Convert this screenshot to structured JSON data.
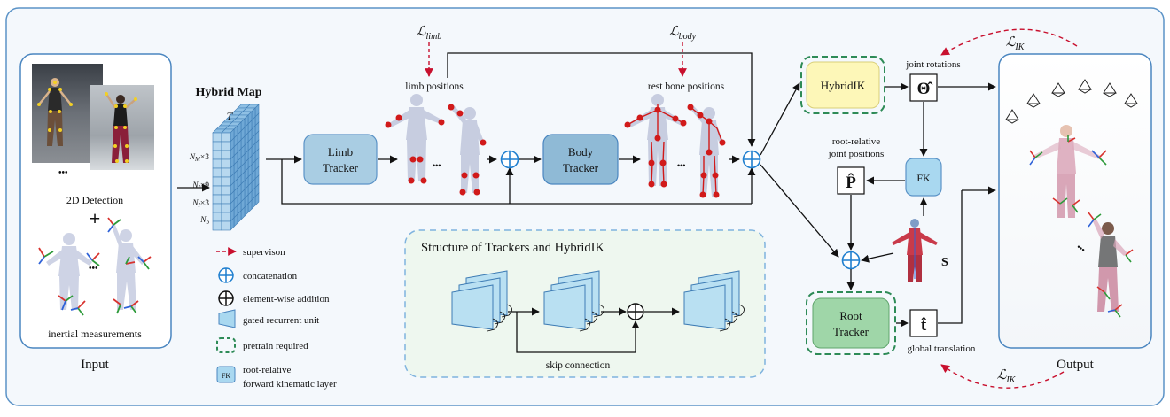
{
  "input": {
    "title": "Input",
    "detection_label": "2D Detection",
    "imu_label": "inertial measurements",
    "plus": "+",
    "ellipsis": "•••"
  },
  "hybrid_map": {
    "title": "Hybrid Map",
    "labels": [
      "T",
      "N_M×3",
      "N_I×9",
      "N_I×3",
      "N_b"
    ]
  },
  "blocks": {
    "limb_tracker": [
      "Limb",
      "Tracker"
    ],
    "body_tracker": [
      "Body",
      "Tracker"
    ],
    "hybrid_ik": "HybridIK",
    "fk": "FK",
    "root_tracker": [
      "Root",
      "Tracker"
    ]
  },
  "annotations": {
    "limb_positions": "limb positions",
    "rest_bone_positions": "rest bone positions",
    "joint_rotations": "joint rotations",
    "root_relative_joint_positions": [
      "root-relative",
      "joint positions"
    ],
    "global_translation": "global translation",
    "shape_symbol": "S"
  },
  "losses": {
    "limb": "ℒlimb",
    "body": "ℒbody",
    "ik_top": "ℒIK",
    "ik_bottom": "ℒIK"
  },
  "symbols": {
    "theta": "Θ̂",
    "p": "P̂",
    "t": "t̂"
  },
  "legend": {
    "supervision": "supervison",
    "concatenation": "concatenation",
    "addition": "element-wise addition",
    "gru": "gated recurrent unit",
    "pretrain": "pretrain required",
    "fk_line1": "root-relative",
    "fk_line2": "forward kinematic layer",
    "fk_icon": "FK"
  },
  "structure": {
    "title": "Structure of Trackers and HybridIK",
    "skip": "skip connection"
  },
  "output": {
    "title": "Output",
    "ellipsis": "•••"
  },
  "colors": {
    "frame_border": "#5b93c7",
    "frame_bg": "#f4f8fc",
    "tracker_blue": "#a9cde3",
    "body_blue": "#8fbad6",
    "hybridik_yellow": "#fdf7b8",
    "root_green": "#9fd6a8",
    "dashed_green": "#2e8b57",
    "supervision_red": "#c8102e",
    "concat_blue": "#1f7fcf",
    "struct_bg": "#eef7ef",
    "struct_border": "#7fb3de"
  }
}
